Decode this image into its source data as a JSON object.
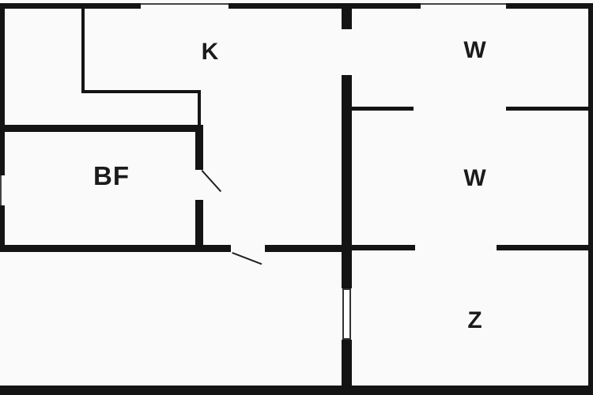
{
  "floorplan": {
    "background": "#fbfafa",
    "wall_color": "#141414",
    "window_line_color": "#444444",
    "rooms": [
      {
        "name": "kitchen",
        "label": "K"
      },
      {
        "name": "room-w-top",
        "label": "W"
      },
      {
        "name": "room-w-middle",
        "label": "W"
      },
      {
        "name": "room-bf",
        "label": "BF"
      },
      {
        "name": "room-z",
        "label": "Z"
      }
    ]
  }
}
